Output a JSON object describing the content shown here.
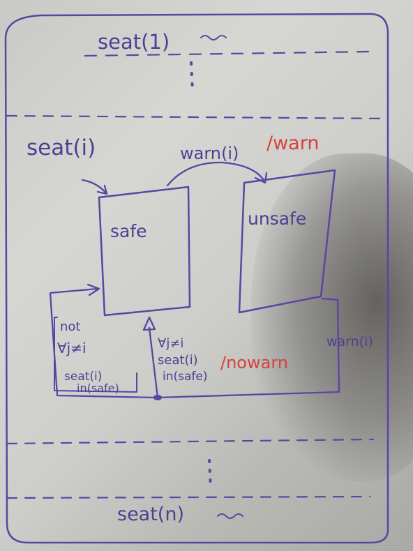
{
  "top_section": {
    "label": "seat(1)"
  },
  "middle_section": {
    "label": "seat(i)"
  },
  "bottom_section": {
    "label": "seat(n)"
  },
  "states": {
    "safe": "safe",
    "unsafe": "unsafe"
  },
  "transitions": {
    "safe_to_unsafe": {
      "event": "warn(i)",
      "action": "/warn"
    },
    "unsafe_to_safe": {
      "event": "warn(i)",
      "guard": [
        "∀j≠i",
        "seat(i)",
        "in(safe)"
      ],
      "action": "/nowarn"
    },
    "safe_self_loop": {
      "guard": [
        "not",
        "∀j≠i",
        "seat(i)",
        "in(safe)"
      ]
    }
  },
  "colors": {
    "ink": "#5a45a0",
    "red_ink": "#d8403f",
    "whiteboard": "#d3d3d0"
  }
}
